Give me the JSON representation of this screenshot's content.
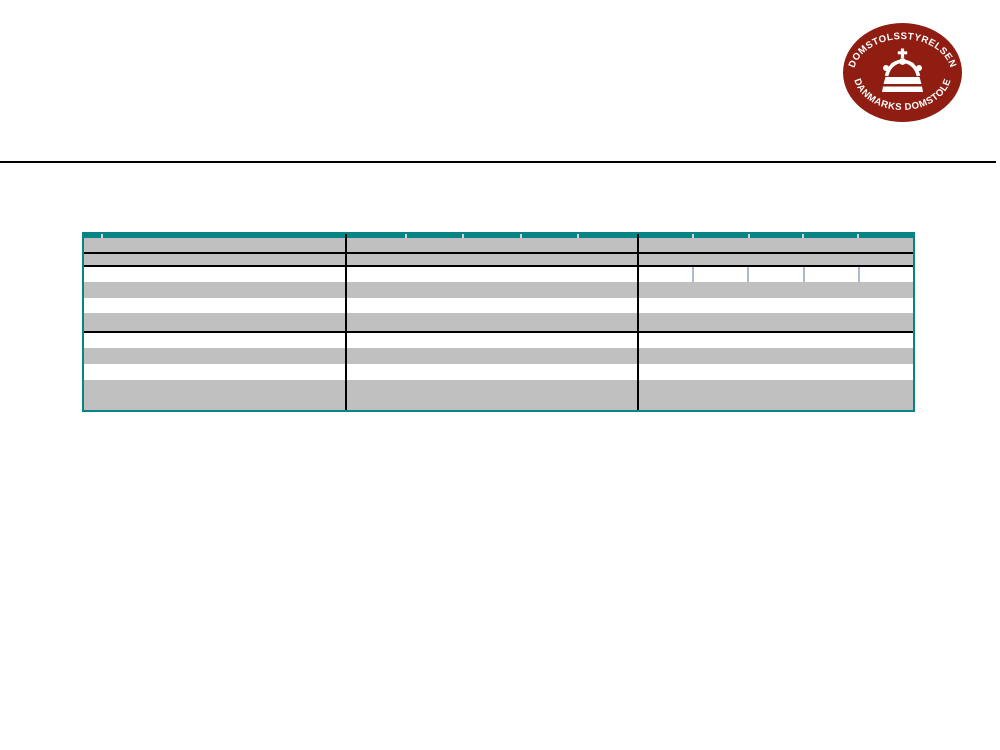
{
  "logo": {
    "top_text": "DOMSTOLSSTYRELSEN",
    "bottom_text": "DANMARKS DOMSTOLE",
    "oval_color": "#8f1d12",
    "text_color": "#ffffff"
  },
  "rule": {
    "color": "#000000"
  },
  "table": {
    "border_color": "#088484",
    "gridline_color": "#000000",
    "header_fill": "#c0c0c0",
    "gray_row_fill": "#c0c0c0",
    "white_row_fill": "#ffffff",
    "subcell_divider_color": "#aeb8cf",
    "band_tick_light_color": "#cfd8de",
    "band_tick_dark_color": "#000000",
    "column_widths_pct": [
      31.5,
      35.2,
      33.3
    ],
    "band_ticks_pct": {
      "light": [
        2.05,
        38.7,
        45.6,
        52.6,
        59.5,
        73.3,
        80.1,
        86.6,
        93.2
      ],
      "dark": [
        31.5,
        66.7
      ]
    },
    "rows": [
      {
        "name": "header-row-1",
        "fill": "header",
        "height": 16,
        "section_end": true,
        "cells": [
          "",
          "",
          ""
        ]
      },
      {
        "name": "header-row-2",
        "fill": "header",
        "height": 13,
        "section_end": true,
        "cells": [
          "",
          "",
          ""
        ]
      },
      {
        "name": "data-row-1",
        "fill": "white",
        "height": 15,
        "section_end": false,
        "cells": [
          "",
          "",
          ""
        ],
        "subcells_col3": 5
      },
      {
        "name": "data-row-2",
        "fill": "gray",
        "height": 16,
        "section_end": false,
        "cells": [
          "",
          "",
          ""
        ]
      },
      {
        "name": "data-row-3",
        "fill": "white",
        "height": 15,
        "section_end": false,
        "cells": [
          "",
          "",
          ""
        ]
      },
      {
        "name": "data-row-4",
        "fill": "gray",
        "height": 20,
        "section_end": true,
        "cells": [
          "",
          "",
          ""
        ]
      },
      {
        "name": "data-row-5",
        "fill": "white",
        "height": 15,
        "section_end": false,
        "cells": [
          "",
          "",
          ""
        ]
      },
      {
        "name": "data-row-6",
        "fill": "gray",
        "height": 16,
        "section_end": false,
        "cells": [
          "",
          "",
          ""
        ]
      },
      {
        "name": "data-row-7",
        "fill": "white",
        "height": 16,
        "section_end": false,
        "cells": [
          "",
          "",
          ""
        ]
      },
      {
        "name": "data-row-8",
        "fill": "gray",
        "height": 21,
        "section_end": false,
        "cells": [
          "",
          "",
          ""
        ]
      }
    ]
  }
}
